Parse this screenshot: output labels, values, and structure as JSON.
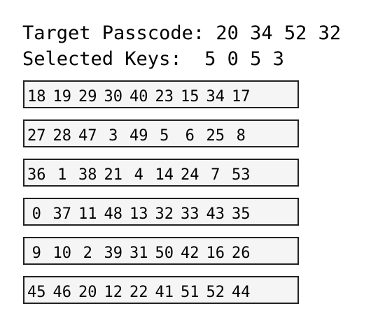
{
  "header": {
    "target_label": "Target Passcode:",
    "target_value": "20 34 52 32",
    "selected_label": "Selected Keys:",
    "selected_value": "5 0 5 3"
  },
  "rows": [
    [
      "18",
      "19",
      "29",
      "30",
      "40",
      "23",
      "15",
      "34",
      "17"
    ],
    [
      "27",
      "28",
      "47",
      "3",
      "49",
      "5",
      "6",
      "25",
      "8"
    ],
    [
      "36",
      "1",
      "38",
      "21",
      "4",
      "14",
      "24",
      "7",
      "53"
    ],
    [
      "0",
      "37",
      "11",
      "48",
      "13",
      "32",
      "33",
      "43",
      "35"
    ],
    [
      "9",
      "10",
      "2",
      "39",
      "31",
      "50",
      "42",
      "16",
      "26"
    ],
    [
      "45",
      "46",
      "20",
      "12",
      "22",
      "41",
      "51",
      "52",
      "44"
    ]
  ],
  "colors": {
    "background": "#ffffff",
    "row_fill": "#f5f5f5",
    "row_border": "#222222",
    "text": "#000000"
  }
}
